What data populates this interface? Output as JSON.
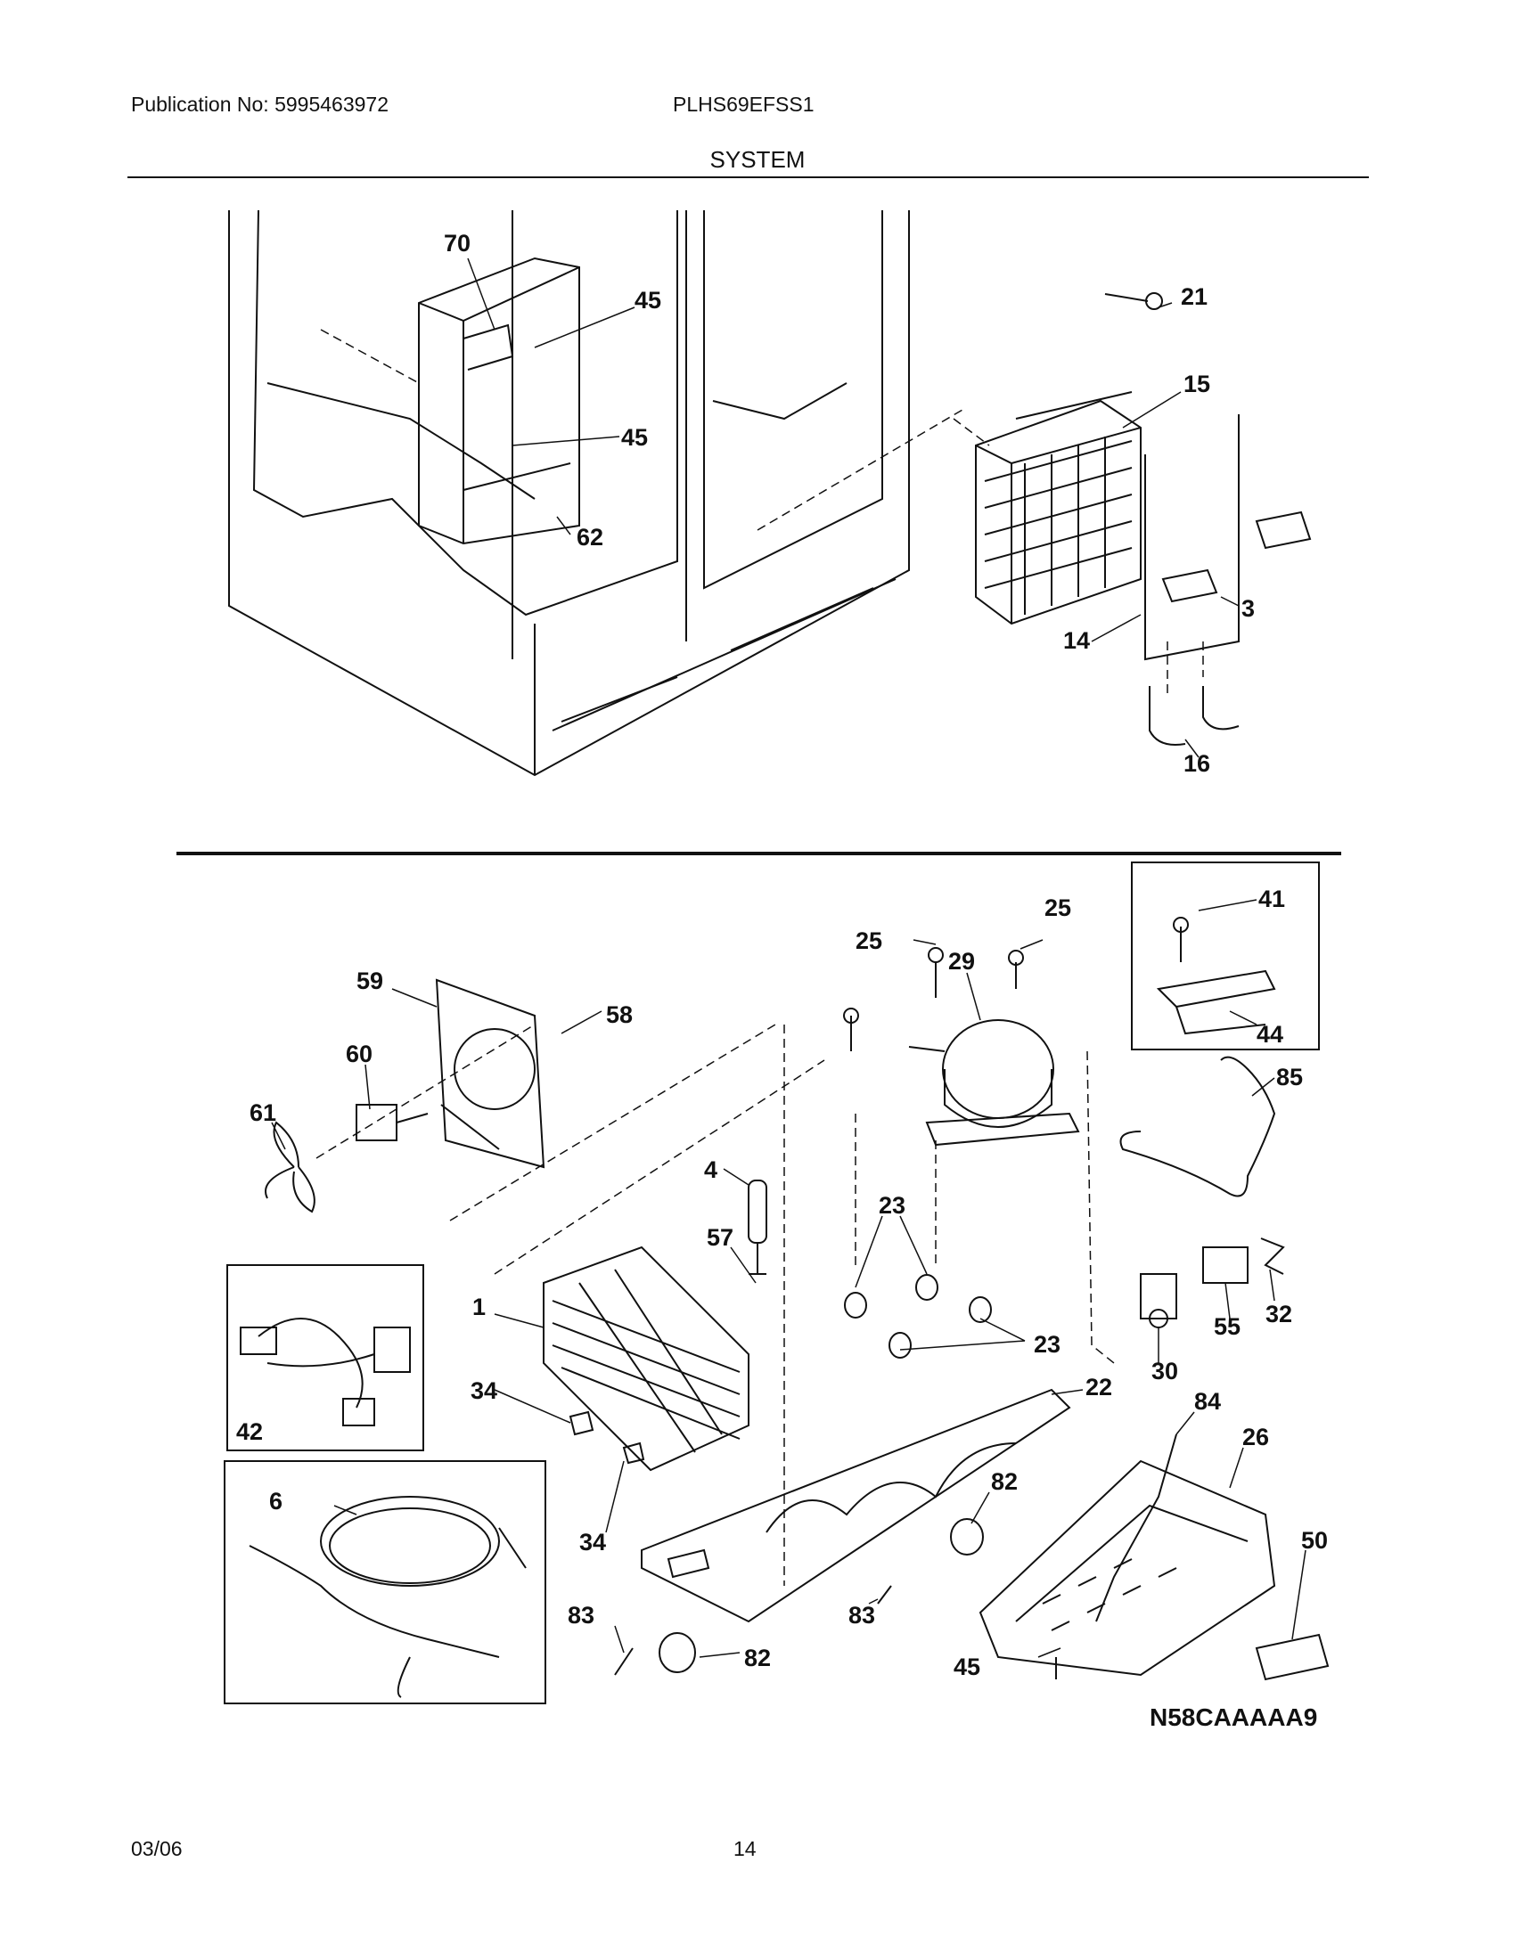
{
  "header": {
    "publication": "Publication No: 5995463972",
    "model": "PLHS69EFSS1",
    "section": "SYSTEM"
  },
  "footer": {
    "date": "03/06",
    "page": "14"
  },
  "diagram": {
    "code": "N58CAAAAA9",
    "top_callouts": [
      "70",
      "45",
      "45",
      "62",
      "21",
      "15",
      "3",
      "14",
      "16"
    ],
    "bottom_callouts": [
      "41",
      "44",
      "25",
      "25",
      "29",
      "59",
      "58",
      "60",
      "61",
      "85",
      "4",
      "57",
      "23",
      "23",
      "1",
      "42",
      "34",
      "34",
      "22",
      "84",
      "26",
      "6",
      "82",
      "83",
      "82",
      "83",
      "45",
      "50",
      "30",
      "55",
      "32"
    ]
  }
}
